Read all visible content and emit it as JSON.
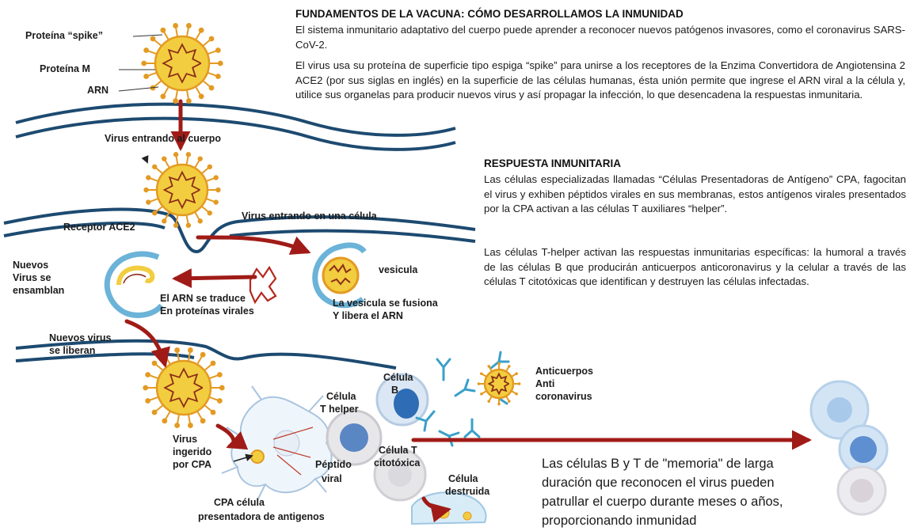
{
  "colors": {
    "membrane": "#1d4a70",
    "arrow": "#a01b17",
    "spike": "#e39a22",
    "virus_core": "#f2cd3f",
    "rna": "#8b2d1a",
    "cell_blue": "#bcd6ec",
    "nucleus": "#3a6eb0",
    "antibody": "#3aa0c8"
  },
  "header": {
    "title": "FUNDAMENTOS DE LA VACUNA: CÓMO DESARROLLAMOS LA INMUNIDAD",
    "p1": "El sistema inmunitario adaptativo del cuerpo puede aprender a reconocer nuevos patógenos invasores, como el coronavirus SARS-CoV-2.",
    "p2": "El virus usa su proteína de superficie tipo espiga “spike” para unirse a los receptores de la Enzima Convertidora de Angiotensina 2 ACE2 (por sus siglas en inglés) en la superficie de las células humanas, ésta unión permite que ingrese el ARN viral a la célula y, utilice sus organelas para producir nuevos virus y así propagar la infección, lo que desencadena la respuestas inmunitaria."
  },
  "response": {
    "title": "RESPUESTA INMUNITARIA",
    "p1": "Las células especializadas llamadas “Células Presentadoras de Antígeno” CPA, fagocitan el virus y exhiben péptidos virales en sus membranas, estos antígenos virales presentados por la CPA activan a las células T auxiliares “helper”.",
    "p2": "Las células T-helper activan las respuestas inmunitarias específicas: la humoral a través de las células B que producirán anticuerpos anticoronavirus y la celular a través de las células T citotóxicas que identifican y destruyen las células infectadas."
  },
  "labels": {
    "spike": "Proteína “spike”",
    "protein_m": "Proteína M",
    "arn": "ARN",
    "entering_body": "Virus entrando al cuerpo",
    "receptor": "Receptor ACE2",
    "entering_cell": "Virus entrando en una célula",
    "vesicle": "vesicula",
    "new_viruses": [
      "Nuevos",
      "Virus se",
      "ensamblan"
    ],
    "translate": [
      "El ARN se traduce",
      "En proteínas virales"
    ],
    "fuse": [
      "La vesicula se fusiona",
      "Y libera el ARN"
    ],
    "released": [
      "Nuevos virus",
      "se liberan"
    ],
    "ingested": [
      "Virus",
      "ingerido",
      "por CPA"
    ],
    "cpa": [
      "CPA célula",
      "presentadora de antigenos"
    ],
    "t_helper": [
      "Célula",
      "T helper"
    ],
    "cell_b": [
      "Célula",
      "B"
    ],
    "antibodies": [
      "Anticuerpos",
      "Anti",
      "coronavirus"
    ],
    "peptide": [
      "Péptido",
      "viral"
    ],
    "t_cyto": [
      "Célula T",
      "citotóxica"
    ],
    "destroyed": [
      "Célula",
      "destruida"
    ]
  },
  "memory_text": [
    "Las células B y T de \"memoria\" de larga",
    "duración que reconocen el virus pueden",
    "patrullar el cuerpo durante meses o años,",
    "proporcionando inmunidad"
  ]
}
